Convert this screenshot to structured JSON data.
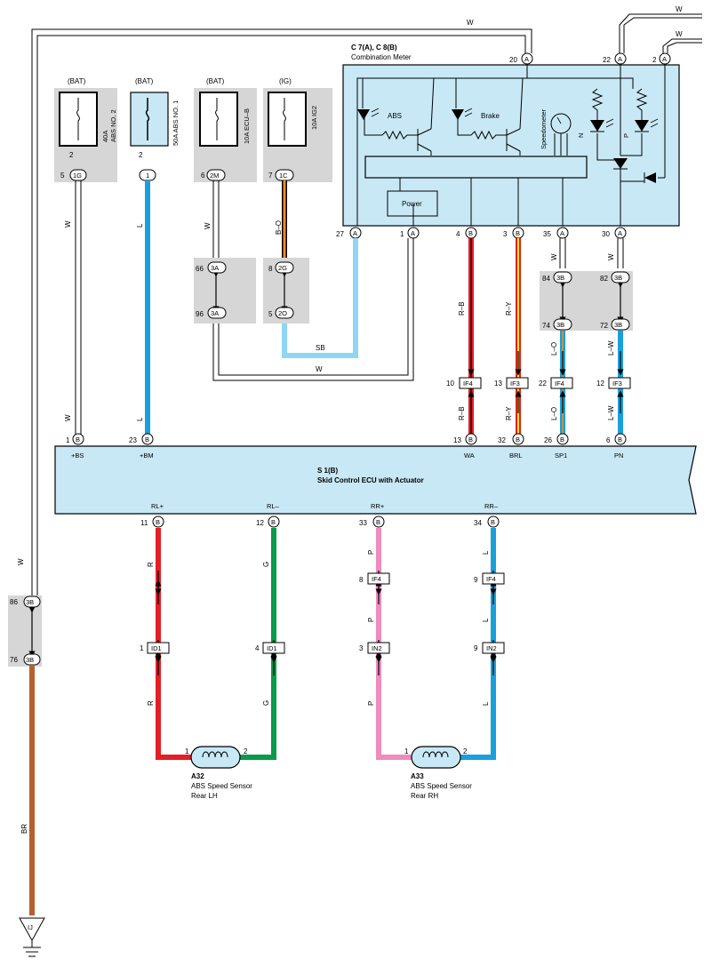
{
  "meter": {
    "title_codes": "C 7(A), C 8(B)",
    "title": "Combination Meter",
    "abs": "ABS",
    "brake": "Brake",
    "speedometer": "Speedometer",
    "n": "N",
    "p": "P",
    "power": "Power",
    "pins_top": [
      "20",
      "22",
      "2"
    ],
    "pins_bottom": [
      "27",
      "1",
      "4",
      "3",
      "35",
      "30"
    ],
    "pin_conn": {
      "a": "A",
      "b": "B"
    }
  },
  "wires_top": [
    "W",
    "W",
    "W"
  ],
  "fuses": [
    {
      "source": "(BAT)",
      "name": "40A ABS NO. 2",
      "line1": "40A",
      "line2": "ABS NO. 2",
      "pin": "2",
      "jpin": "5",
      "conn": "1G",
      "wire": "W"
    },
    {
      "source": "(BAT)",
      "name": "50A ABS NO. 1",
      "pin": "2",
      "conn": "1",
      "wire": "L"
    },
    {
      "source": "(BAT)",
      "name": "10A ECU–B",
      "jpin": "6",
      "conn": "2M",
      "wire": "W"
    },
    {
      "source": "(IG)",
      "name": "10A IG2",
      "jpin": "7",
      "conn": "1C",
      "wire": "B–O"
    }
  ],
  "junctions": [
    {
      "pin": "66",
      "conn": "3A"
    },
    {
      "pin": "96",
      "conn": "3A"
    },
    {
      "pin": "8",
      "conn": "2G"
    },
    {
      "pin": "5",
      "conn": "2O"
    },
    {
      "pin": "84",
      "conn": "3B"
    },
    {
      "pin": "74",
      "conn": "3B"
    },
    {
      "pin": "82",
      "conn": "3B"
    },
    {
      "pin": "72",
      "conn": "3B"
    },
    {
      "pin": "86",
      "conn": "3B"
    },
    {
      "pin": "76",
      "conn": "3B"
    }
  ],
  "wire_labels": {
    "sb": "SB",
    "w": "W",
    "rb": "R–B",
    "ry": "R–Y",
    "lo": "L–O",
    "lw": "L–W",
    "r": "R",
    "g": "G",
    "p": "P",
    "l": "L",
    "br": "BR"
  },
  "if_connectors": [
    {
      "pin": "10",
      "name": "IF4"
    },
    {
      "pin": "13",
      "name": "IF3"
    },
    {
      "pin": "22",
      "name": "IF4"
    },
    {
      "pin": "12",
      "name": "IF3"
    },
    {
      "pin": "8",
      "name": "IF4"
    },
    {
      "pin": "9",
      "name": "IF4"
    },
    {
      "pin": "1",
      "name": "ID1"
    },
    {
      "pin": "4",
      "name": "ID1"
    },
    {
      "pin": "3",
      "name": "IN2"
    },
    {
      "pin": "9",
      "name": "IN2"
    }
  ],
  "ecu": {
    "code": "S 1(B)",
    "title": "Skid Control ECU with Actuator",
    "top_pins": [
      {
        "pin": "1",
        "label": "+BS"
      },
      {
        "pin": "23",
        "label": "+BM"
      },
      {
        "pin": "13",
        "label": "WA"
      },
      {
        "pin": "32",
        "label": "BRL"
      },
      {
        "pin": "26",
        "label": "SP1"
      },
      {
        "pin": "6",
        "label": "PN"
      }
    ],
    "bottom_pins": [
      {
        "pin": "11",
        "label": "RL+"
      },
      {
        "pin": "12",
        "label": "RL–"
      },
      {
        "pin": "33",
        "label": "RR+"
      },
      {
        "pin": "34",
        "label": "RR–"
      }
    ],
    "conn_letter": "B"
  },
  "sensors": [
    {
      "code": "A32",
      "line1": "ABS Speed Sensor",
      "line2": "Rear LH",
      "pin1": "1",
      "pin2": "2"
    },
    {
      "code": "A33",
      "line1": "ABS Speed Sensor",
      "line2": "Rear RH",
      "pin1": "1",
      "pin2": "2"
    }
  ],
  "ground": {
    "code": "IJ"
  },
  "colors": {
    "light_blue_box": "#c8e8f6",
    "red": "#e41e26",
    "green": "#0a9b48",
    "pink": "#ef8bbd",
    "blue": "#19a0dc",
    "light_blue_wire": "#8fd6f4",
    "brown": "#b5602f",
    "orange": "#f28c1f",
    "yellow": "#f4e81c"
  }
}
